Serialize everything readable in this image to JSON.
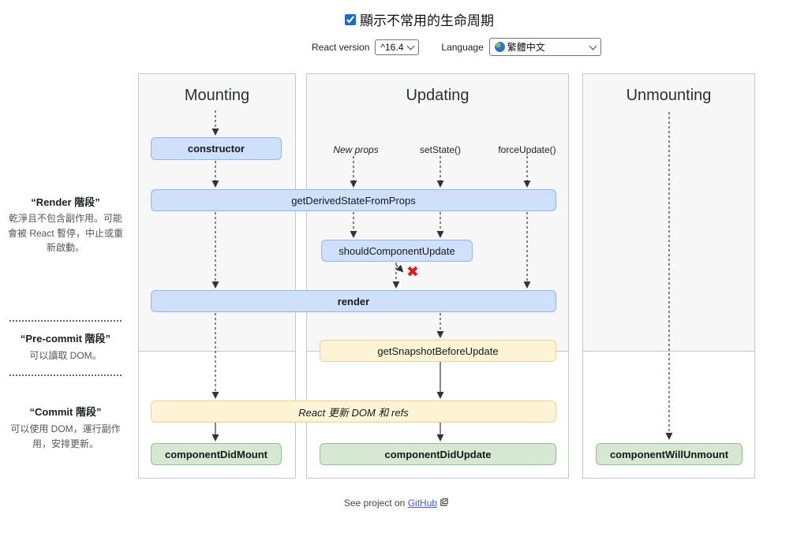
{
  "header": {
    "title": "顯示不常用的生命周期",
    "checkbox_checked": true,
    "react_version_label": "React version",
    "react_version_value": "^16.4",
    "language_label": "Language",
    "language_value": "繁體中文"
  },
  "columns": {
    "mounting": "Mounting",
    "updating": "Updating",
    "unmounting": "Unmounting"
  },
  "phases": [
    {
      "title": "“Render 階段”",
      "description": "乾淨且不包含副作用。可能會被 React 暫停，中止或重新啟動。"
    },
    {
      "title": "“Pre-commit 階段”",
      "description": "可以讀取 DOM。"
    },
    {
      "title": "“Commit 階段”",
      "description": "可以使用 DOM，運行副作用，安排更新。"
    }
  ],
  "triggers": {
    "new_props": "New props",
    "set_state": "setState()",
    "force_update": "forceUpdate()"
  },
  "boxes": {
    "ctor": "constructor",
    "get_derived_state_from_props": "getDerivedStateFromProps",
    "should_component_update": "shouldComponentUpdate",
    "render": "render",
    "get_snapshot_before_update": "getSnapshotBeforeUpdate",
    "react_updates_dom": "React 更新 DOM 和 refs",
    "component_did_mount": "componentDidMount",
    "component_did_update": "componentDidUpdate",
    "component_will_unmount": "componentWillUnmount"
  },
  "stop_mark": "✖",
  "footer": {
    "prefix": "See project on",
    "link_label": "GitHub"
  },
  "colors": {
    "box_blue_fill": "#cfe0fb",
    "box_blue_border": "#90b6f5",
    "box_yellow_fill": "#fdf3d5",
    "box_yellow_border": "#f0d391",
    "box_green_fill": "#d6e8d1",
    "box_green_border": "#90c58a",
    "panel_top_bg": "#f7f7f7",
    "panel_border": "#c8c8c8",
    "link": "#4657d8",
    "stop_red": "#df1b1b",
    "checkbox_accent": "#1668d9"
  }
}
